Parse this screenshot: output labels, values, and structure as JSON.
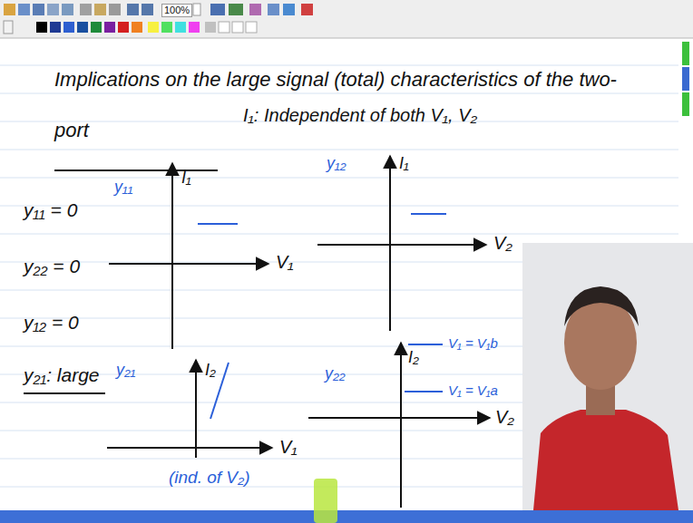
{
  "diagram": {
    "title": "Implications on the large signal (total) characteristics of the two-port",
    "labels": [
      "100%",
      "I₁: Independent of both V₁, V₂",
      "y₁₁ = 0",
      "y₂₂ = 0",
      "y₁₂ = 0",
      "y₂₁: large",
      "y₁₁",
      "I₁",
      "V₁",
      "y₁₂",
      "I₁",
      "V₂",
      "y₂₁",
      "I₂",
      "V₁",
      "(ind. of V₂)",
      "y₂₂",
      "I₂",
      "V₂",
      "V₁ = V₁b",
      "V₁ = V₁a"
    ]
  }
}
